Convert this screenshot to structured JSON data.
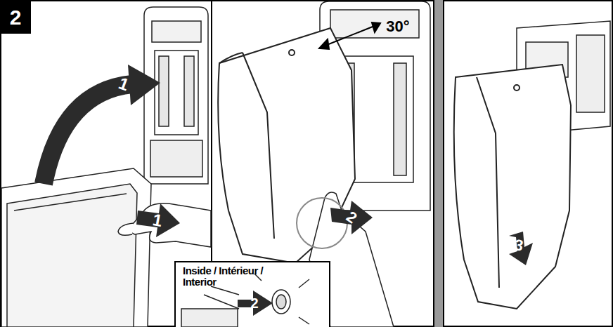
{
  "diagram": {
    "nodes": [
      {
        "text": [
          "Inside / Intérieur / Interior"
        ]
      }
    ],
    "labels": [
      "2",
      "1",
      "1",
      "30°",
      "2",
      "2",
      "3"
    ]
  }
}
